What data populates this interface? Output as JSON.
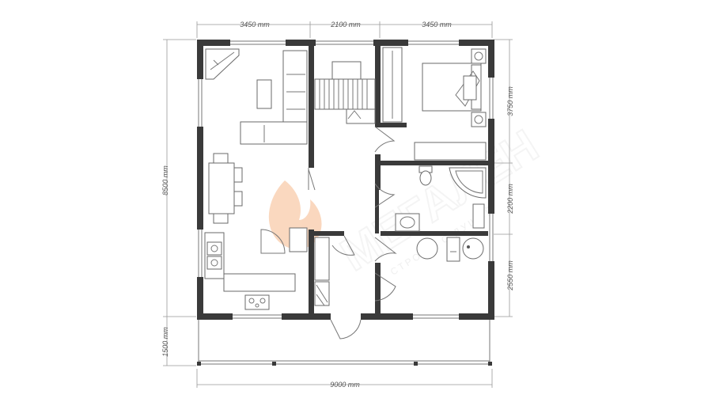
{
  "dimensions": {
    "top": [
      "3450 mm",
      "2100 mm",
      "3450 mm"
    ],
    "bottom": "9000 mm",
    "left_total": "8500 mm",
    "left_porch": "1500 mm",
    "right": [
      "3750 mm",
      "2200 mm",
      "2550 mm"
    ]
  },
  "watermark": {
    "text": "МЕГАЛЕН",
    "subtext": "СТРОИМ С ДУШОЙ",
    "color": "#f3c9a8"
  },
  "colors": {
    "wall": "#3a3a3a",
    "line": "#777777",
    "background": "#ffffff"
  }
}
